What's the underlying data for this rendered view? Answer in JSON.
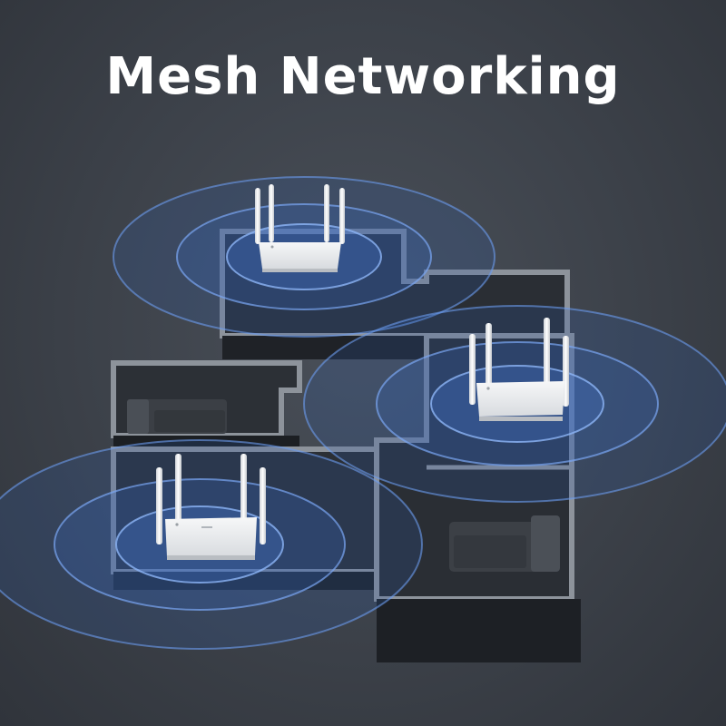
{
  "headline": "Mesh Networking",
  "colors": {
    "background": "#3c4149",
    "floor": "#2b2f35",
    "wall_top": "#8a9099",
    "signal": "#4f7fd6",
    "router": "#e9ebee"
  },
  "routers": [
    {
      "label": "router-top"
    },
    {
      "label": "router-right"
    },
    {
      "label": "router-left"
    }
  ]
}
